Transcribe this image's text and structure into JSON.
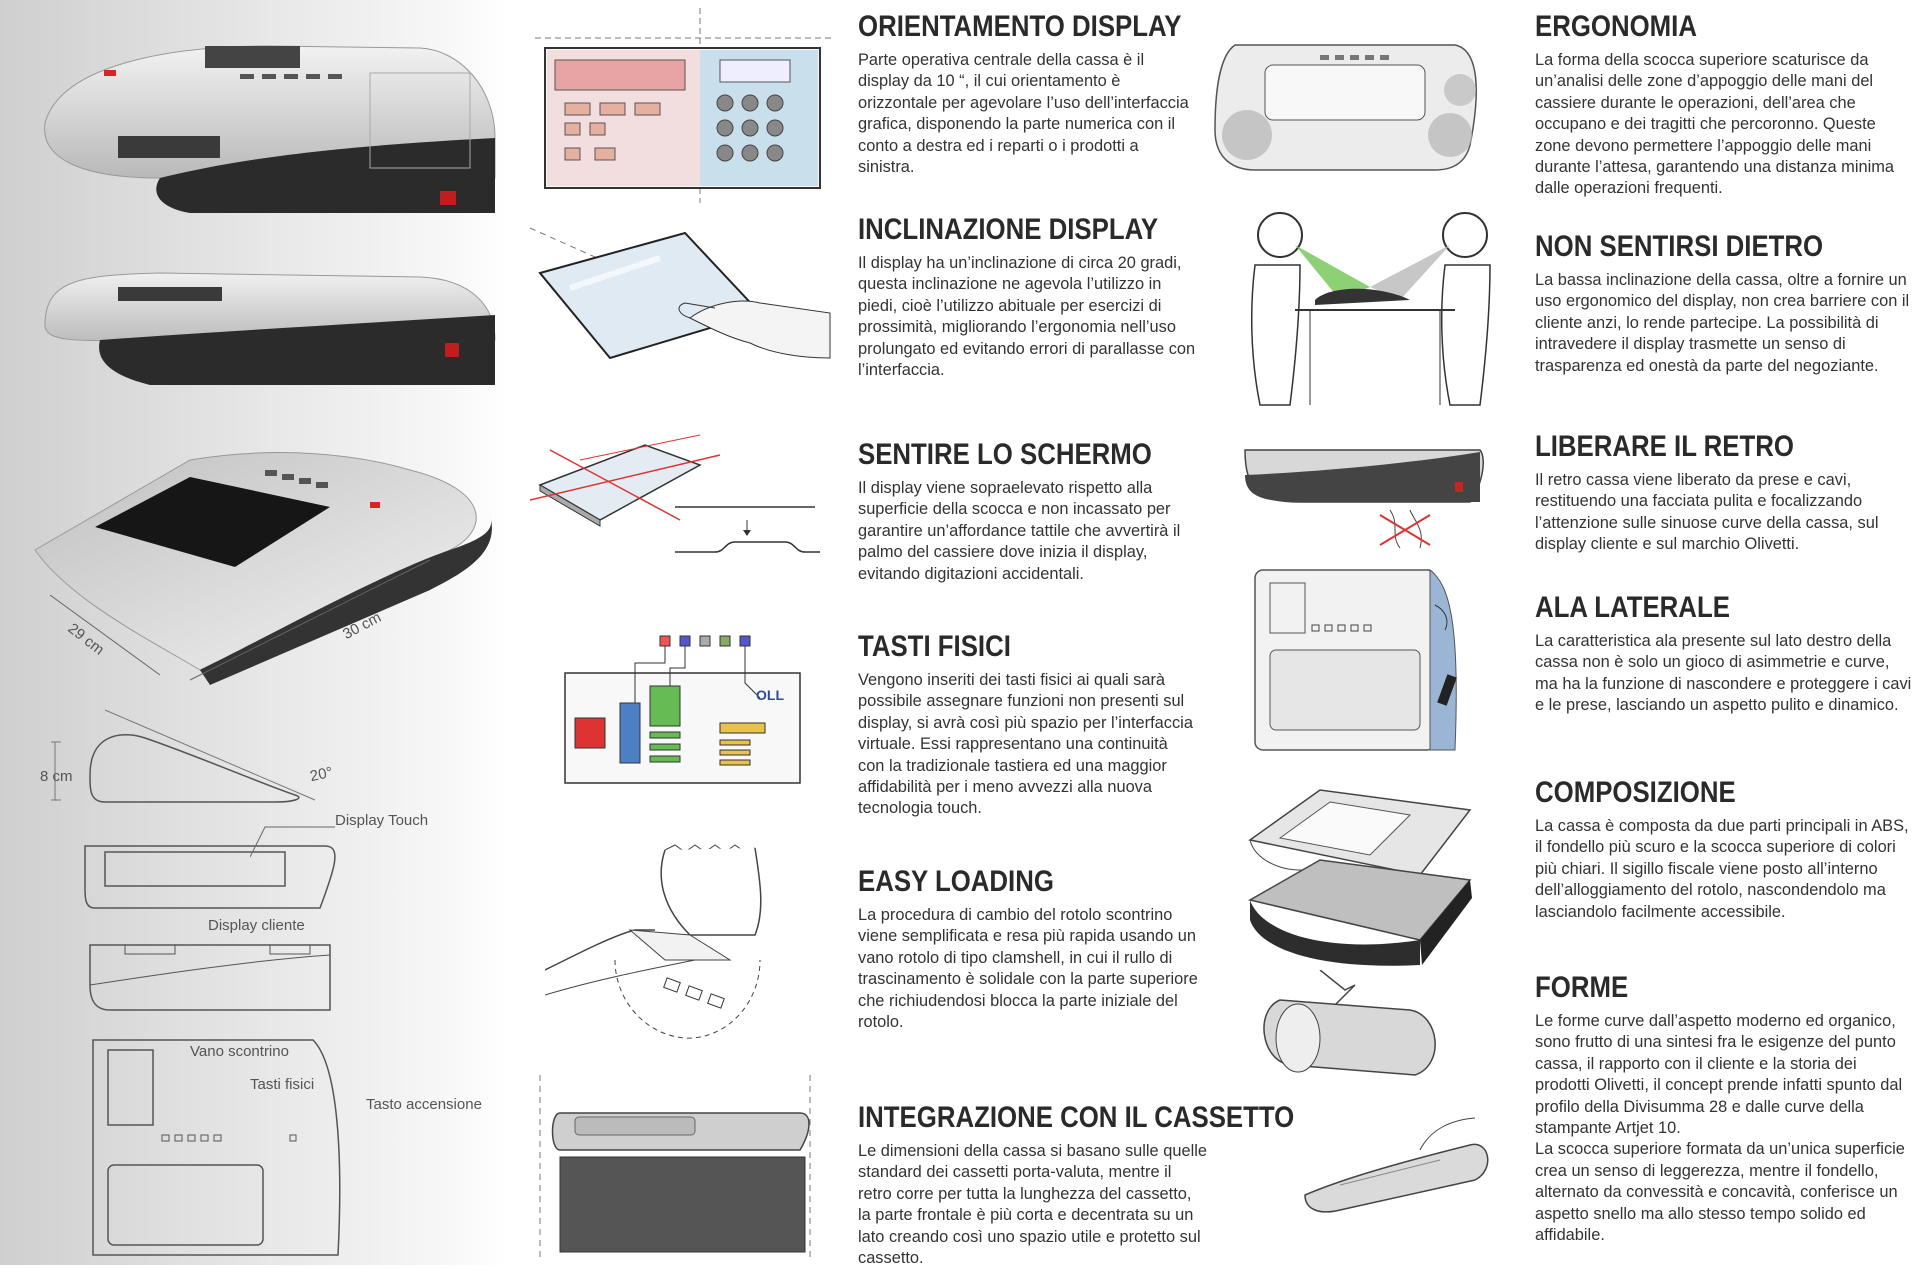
{
  "left_labels": {
    "depth": "29 cm",
    "width": "30 cm",
    "height": "8 cm",
    "angle": "20°",
    "display_touch": "Display Touch",
    "display_cliente": "Display cliente",
    "vano_scontrino": "Vano scontrino",
    "tasti_fisici": "Tasti fisici",
    "tasto_accensione": "Tasto accensione"
  },
  "sketch_text": {
    "logo": "OLL"
  },
  "sections": [
    {
      "title": "ORIENTAMENTO DISPLAY",
      "body": "Parte operativa centrale della cassa è il display da 10 “, il cui orientamento è orizzontale per agevolare l’uso dell’interfaccia grafica, disponendo la parte numerica con il conto a destra ed i reparti o i prodotti a sinistra."
    },
    {
      "title": "INCLINAZIONE DISPLAY",
      "body": "Il display ha un’inclinazione di circa 20 gradi, questa inclinazione ne agevola l’utilizzo in piedi, cioè l’utilizzo abituale per esercizi di prossimità, migliorando l’ergonomia nell’uso prolungato ed evitando errori di parallasse con l’interfaccia."
    },
    {
      "title": "SENTIRE LO SCHERMO",
      "body": "Il display viene sopraelevato rispetto alla superficie della scocca e non incassato per garantire un’affordance tattile che avvertirà il palmo del cassiere dove inizia il display, evitando digitazioni accidentali."
    },
    {
      "title": "TASTI FISICI",
      "body": "Vengono inseriti dei tasti fisici ai quali sarà possibile assegnare funzioni non presenti sul display, si avrà così più spazio per l’interfaccia virtuale. Essi rappresentano una continuità con la tradizionale tastiera ed una maggior affidabilità per i meno avvezzi alla nuova tecnologia touch."
    },
    {
      "title": "EASY LOADING",
      "body": "La procedura di cambio del rotolo scontrino viene semplificata e resa più rapida usando un vano rotolo di tipo clamshell, in cui il rullo di trascinamento è solidale con la parte superiore che richiudendosi blocca la parte iniziale del rotolo."
    },
    {
      "title": "INTEGRAZIONE CON IL CASSETTO",
      "body": "Le dimensioni della cassa si basano sulle quelle standard dei cassetti porta-valuta, mentre il retro corre per tutta la lunghezza del cassetto, la parte frontale è più corta e decentrata su un lato creando così uno spazio utile e protetto sul cassetto."
    },
    {
      "title": "ERGONOMIA",
      "body": "La forma della scocca superiore scaturisce da un’analisi delle zone d’appoggio delle mani del cassiere durante le operazioni, dell’area che occupano e dei tragitti che percoronno. Queste zone devono permettere l’appoggio delle mani durante l’attesa, garantendo una distanza minima dalle operazioni frequenti."
    },
    {
      "title": "NON SENTIRSI DIETRO",
      "body": "La bassa inclinazione della cassa, oltre a fornire un uso ergonomico del display, non crea barriere con il cliente anzi, lo rende partecipe. La possibilità di intravedere il display trasmette un senso di trasparenza ed onestà da parte del negoziante."
    },
    {
      "title": "LIBERARE IL RETRO",
      "body": "Il retro cassa viene liberato da prese e cavi, restituendo una facciata pulita e focalizzando l’attenzione sulle sinuose curve della cassa, sul display cliente e sul marchio Olivetti."
    },
    {
      "title": "ALA LATERALE",
      "body": "La caratteristica ala presente sul lato destro della cassa non è solo un gioco di asimmetrie e curve, ma ha la funzione di nascondere e proteggere i cavi e le prese, lasciando un aspetto pulito e dinamico."
    },
    {
      "title": "COMPOSIZIONE",
      "body": "La cassa è composta da due parti principali in ABS, il fondello più scuro e la scocca superiore di colori più chiari. Il sigillo fiscale viene posto all’interno dell’alloggiamento del rotolo, nascondendolo ma lasciandolo facilmente accessibile."
    },
    {
      "title": "FORME",
      "body": "Le forme curve dall’aspetto moderno ed organico, sono frutto di una sintesi fra le esigenze del punto cassa, il rapporto con il cliente e la storia dei prodotti Olivetti, il concept prende infatti spunto dal profilo della Divisumma 28 e dalle curve della stampante Artjet 10.",
      "body2": "La scocca superiore formata da un’unica superficie crea un senso di leggerezza, mentre il fondello, alternato da convessità e concavità, conferisce un aspetto snello ma allo stesso tempo solido ed affidabile."
    }
  ]
}
